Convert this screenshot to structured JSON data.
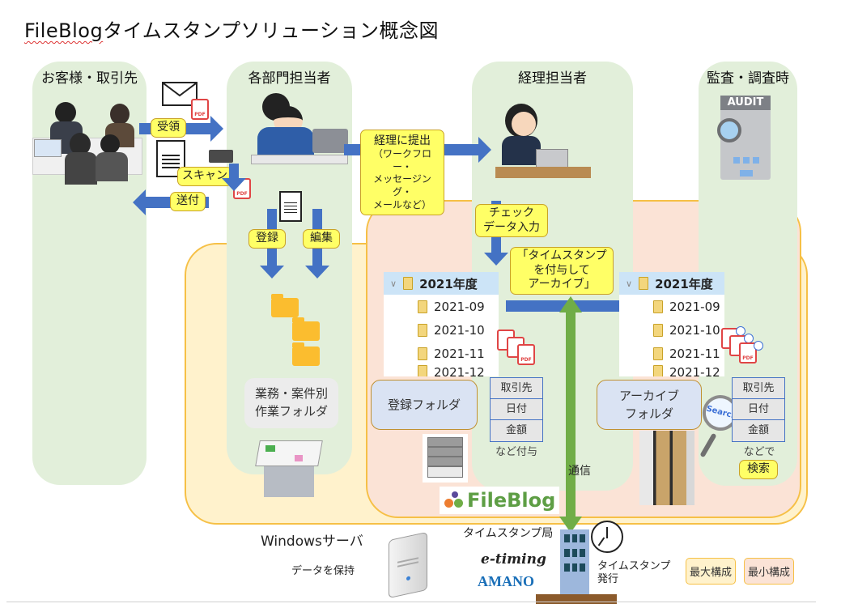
{
  "title": {
    "brand": "FileBlog",
    "rest": "タイムスタンプソリューション概念図"
  },
  "lanes": [
    {
      "label": "お客様・取引先"
    },
    {
      "label": "各部門担当者"
    },
    {
      "label": "経理担当者"
    },
    {
      "label": "監査・調査時"
    }
  ],
  "flow_labels": {
    "receive": "受領",
    "scan": "スキャン",
    "send": "送付",
    "register": "登録",
    "edit": "編集",
    "submit": [
      "経理に提出",
      "（ワークフロー・",
      "メッセージング・",
      "メールなど）"
    ],
    "check": [
      "チェック",
      "データ入力"
    ],
    "archive": [
      "「タイムスタンプ",
      "を付与して",
      "アーカイブ」"
    ],
    "communication": "通信",
    "search": "検索"
  },
  "work_folder": [
    "業務・案件別",
    "作業フォルダ"
  ],
  "audit_sign": "AUDIT",
  "registration_tree": {
    "root": "2021年度",
    "items": [
      "2021-09",
      "2021-10",
      "2021-11",
      "2021-12"
    ]
  },
  "archive_tree": {
    "root": "2021年度",
    "items": [
      "2021-09",
      "2021-10",
      "2021-11",
      "2021-12"
    ]
  },
  "registration_folder_label": "登録フォルダ",
  "archive_folder_label": [
    "アーカイブ",
    "フォルダ"
  ],
  "attributes": [
    "取引先",
    "日付",
    "金額"
  ],
  "attr_note_register": "など付与",
  "attr_note_search": "などで",
  "pdf_label": "PDF",
  "search_lens": "Search",
  "fileblog_logo": "FileBlog",
  "server": {
    "label": "Windowsサーバ",
    "note": "データを保持"
  },
  "tsa": {
    "label": "タイムスタンプ局",
    "logo1": "e-timing",
    "logo2": "AMANO",
    "note": [
      "タイムスタンプ",
      "発行"
    ]
  },
  "legend": [
    {
      "label": "最大構成",
      "color": "#fff2cc"
    },
    {
      "label": "最小構成",
      "color": "#fbe3d6"
    }
  ],
  "colors": {
    "lane": "#e2efda",
    "max_config": "#fff2cc",
    "min_config": "#fbe3d6",
    "arrow_blue": "#4472c4",
    "arrow_green": "#70ad47",
    "label_yellow": "#ffff66"
  }
}
